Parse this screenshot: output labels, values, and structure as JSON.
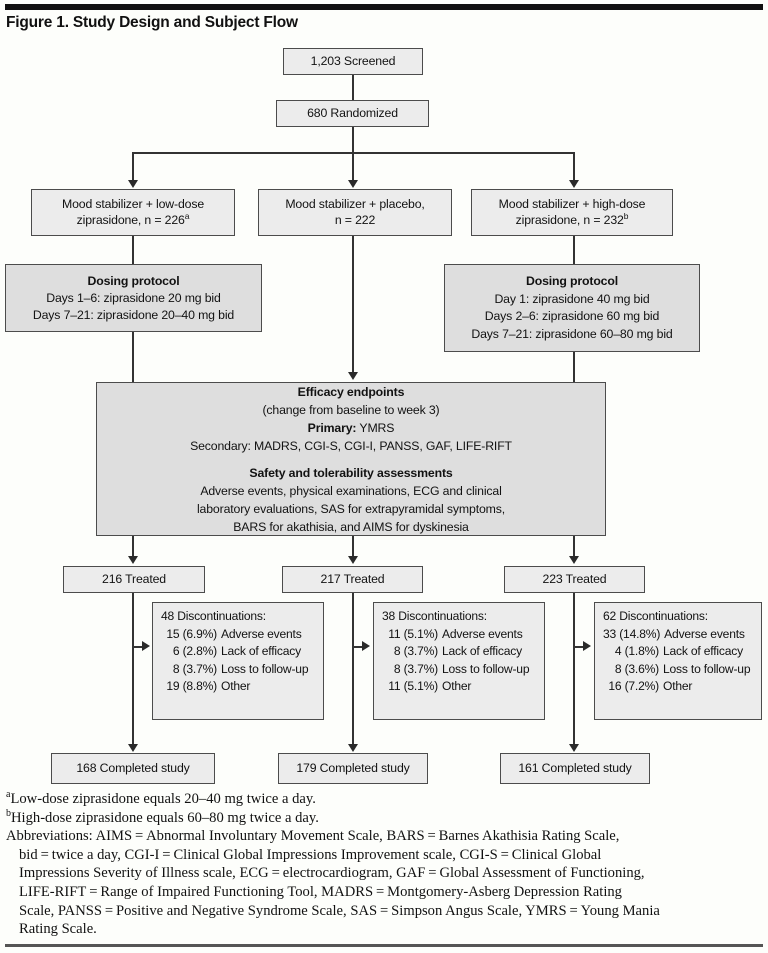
{
  "figure": {
    "title": "Figure 1. Study Design and Subject Flow"
  },
  "nodes": {
    "screened": "1,203 Screened",
    "randomized": "680 Randomized",
    "arm_low": {
      "line1": "Mood stabilizer + low-dose",
      "line2": "ziprasidone, n = 226",
      "sup": "a"
    },
    "arm_placebo": {
      "line1": "Mood stabilizer + placebo,",
      "line2": "n = 222",
      "sup": ""
    },
    "arm_high": {
      "line1": "Mood stabilizer + high-dose",
      "line2": "ziprasidone, n = 232",
      "sup": "b"
    },
    "dosing_low": {
      "title": "Dosing protocol",
      "lines": [
        "Days 1–6: ziprasidone 20 mg bid",
        "Days 7–21: ziprasidone 20–40 mg bid"
      ]
    },
    "dosing_high": {
      "title": "Dosing protocol",
      "lines": [
        "Day 1: ziprasidone 40 mg bid",
        "Days 2–6: ziprasidone 60 mg bid",
        "Days 7–21: ziprasidone 60–80 mg bid"
      ]
    },
    "endpoints": {
      "title": "Efficacy endpoints",
      "subtitle": "(change from baseline to week 3)",
      "primary_label": "Primary:",
      "primary_value": " YMRS",
      "secondary": "Secondary: MADRS, CGI-S, CGI-I, PANSS, GAF, LIFE-RIFT",
      "safety_title": "Safety and tolerability assessments",
      "safety_lines": [
        "Adverse events, physical examinations, ECG and clinical",
        "laboratory evaluations, SAS for extrapyramidal symptoms,",
        "BARS for akathisia, and AIMS for dyskinesia"
      ]
    },
    "treated": {
      "low": "216 Treated",
      "placebo": "217 Treated",
      "high": "223 Treated"
    },
    "discontinuations": {
      "low": {
        "title": "48 Discontinuations:",
        "rows": [
          {
            "num": "15 (6.9%)",
            "label": "Adverse events"
          },
          {
            "num": "6 (2.8%)",
            "label": "Lack of efficacy"
          },
          {
            "num": "8 (3.7%)",
            "label": "Loss to follow-up"
          },
          {
            "num": "19 (8.8%)",
            "label": "Other"
          }
        ]
      },
      "placebo": {
        "title": "38 Discontinuations:",
        "rows": [
          {
            "num": "11 (5.1%)",
            "label": "Adverse events"
          },
          {
            "num": "8 (3.7%)",
            "label": "Lack of efficacy"
          },
          {
            "num": "8 (3.7%)",
            "label": "Loss to follow-up"
          },
          {
            "num": "11 (5.1%)",
            "label": "Other"
          }
        ]
      },
      "high": {
        "title": "62 Discontinuations:",
        "rows": [
          {
            "num": "33 (14.8%)",
            "label": "Adverse events"
          },
          {
            "num": "4 (1.8%)",
            "label": "Lack of efficacy"
          },
          {
            "num": "8 (3.6%)",
            "label": "Loss to follow-up"
          },
          {
            "num": "16 (7.2%)",
            "label": "Other"
          }
        ]
      }
    },
    "completed": {
      "low": "168 Completed study",
      "placebo": "179 Completed study",
      "high": "161 Completed study"
    }
  },
  "footnotes": {
    "a_sup": "a",
    "a_text": "Low-dose ziprasidone equals 20–40 mg twice a day.",
    "b_sup": "b",
    "b_text": "High-dose ziprasidone equals 60–80 mg twice a day.",
    "abbreviations": [
      "Abbreviations: AIMS = Abnormal Involuntary Movement Scale, BARS = Barnes Akathisia Rating Scale,",
      "bid = twice a day, CGI-I = Clinical Global Impressions Improvement scale, CGI-S = Clinical Global",
      "Impressions Severity of Illness scale, ECG = electrocardiogram, GAF = Global Assessment of Functioning,",
      "LIFE-RIFT = Range of Impaired Functioning Tool, MADRS = Montgomery-Asberg Depression Rating",
      "Scale, PANSS = Positive and Negative Syndrome Scale, SAS = Simpson Angus Scale, YMRS = Young Mania",
      "Rating Scale."
    ]
  },
  "colors": {
    "box_fill": "#ececec",
    "box_fill_shaded": "#dedede",
    "box_border": "#4c4c4c",
    "connector": "#333333",
    "rule": "#111111"
  }
}
